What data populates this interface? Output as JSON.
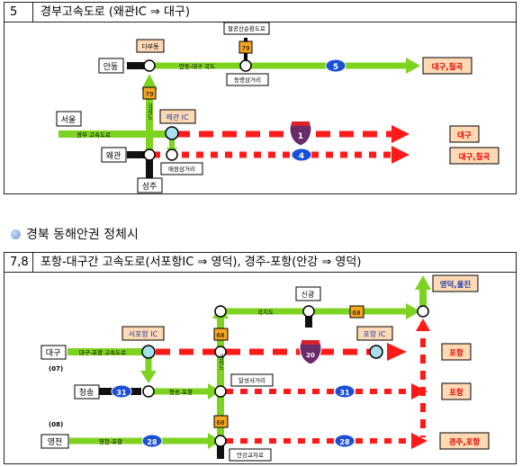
{
  "panel1": {
    "number": "5",
    "title": "경부고속도로 (왜관IC ⇒ 대구)",
    "places": {
      "andong": "안동",
      "seoul": "서울",
      "waegwan": "왜관",
      "seongju": "성주",
      "dabudong": "다부동",
      "palgong": "팔공산순환도로",
      "waegwan_ic": "왜관 IC",
      "dongmyeong": "동명삼거리",
      "maewon": "매원삼거리"
    },
    "roads": {
      "andong_daegu": "안동-대구 국도",
      "gyeongbu": "경부 고속도로",
      "gukjido": "국지도"
    },
    "shields": {
      "r79a": "79",
      "r79b": "79",
      "r5": "5",
      "r1": "1",
      "r4": "4"
    },
    "destinations": {
      "d1": "대구,칠곡",
      "d2": "대구",
      "d3": "대구,칠곡"
    }
  },
  "section_title": "경북 동해안권 정체시",
  "panel2": {
    "number": "7,8",
    "title": "포항-대구간 고속도로(서포항IC ⇒ 영덕), 경주-포항(안강 ⇒ 영덕)",
    "places": {
      "daegu": "대구",
      "cheongsong": "청송",
      "yeongcheon": "영천",
      "west_pohang_ic": "서포항 IC",
      "pohang_ic": "포항 IC",
      "singwang": "신광",
      "dalseong": "달성사거리",
      "angang": "안강교차로"
    },
    "codes": {
      "c07": "(07)",
      "c08": "(08)"
    },
    "roads": {
      "daegu_pohang": "대구-포항 고속도로",
      "cheongsong_pohang": "청송-포항",
      "yeongcheon_pohang": "영천-포항",
      "gukjido": "국지도",
      "gukjido_v": "국지도"
    },
    "shields": {
      "r68a": "68",
      "r68b": "68",
      "r68c": "68",
      "r20": "20",
      "r31a": "31",
      "r31b": "31",
      "r28a": "28",
      "r28b": "28"
    },
    "destinations": {
      "d1": "영덕,울진",
      "d2": "포항",
      "d3": "포항",
      "d4": "경주,포항"
    }
  },
  "colors": {
    "green_road": "#7ed321",
    "red_route": "#ff1a1a",
    "destination_text": "#e60000",
    "label_fill": "#ffd9b3",
    "oval_fill": "#1a4fd6",
    "square_shield": "#f5a623",
    "ic_fill": "#a8e0ec"
  }
}
